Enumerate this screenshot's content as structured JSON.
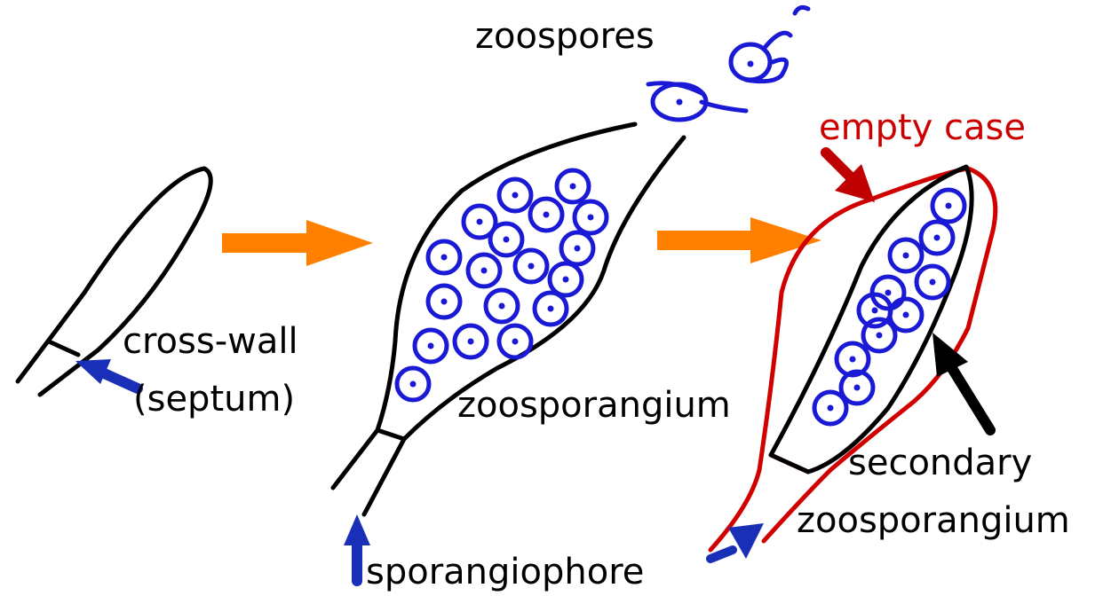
{
  "colors": {
    "outline": "#000000",
    "spore": "#1a1ad6",
    "arrow_flow": "#ff7f00",
    "pointer_blue": "#1a2fb8",
    "pointer_red": "#c00000",
    "pointer_black": "#000000",
    "case": "#d00000",
    "label_red": "#cc0000"
  },
  "labels": {
    "zoospores": "zoospores",
    "empty_case": "empty case",
    "cross_wall": "cross-wall",
    "septum": "(septum)",
    "zoosporangium": "zoosporangium",
    "secondary": "secondary",
    "secondary_zoosporangium": "zoosporangium",
    "sporangiophore": "sporangiophore"
  }
}
